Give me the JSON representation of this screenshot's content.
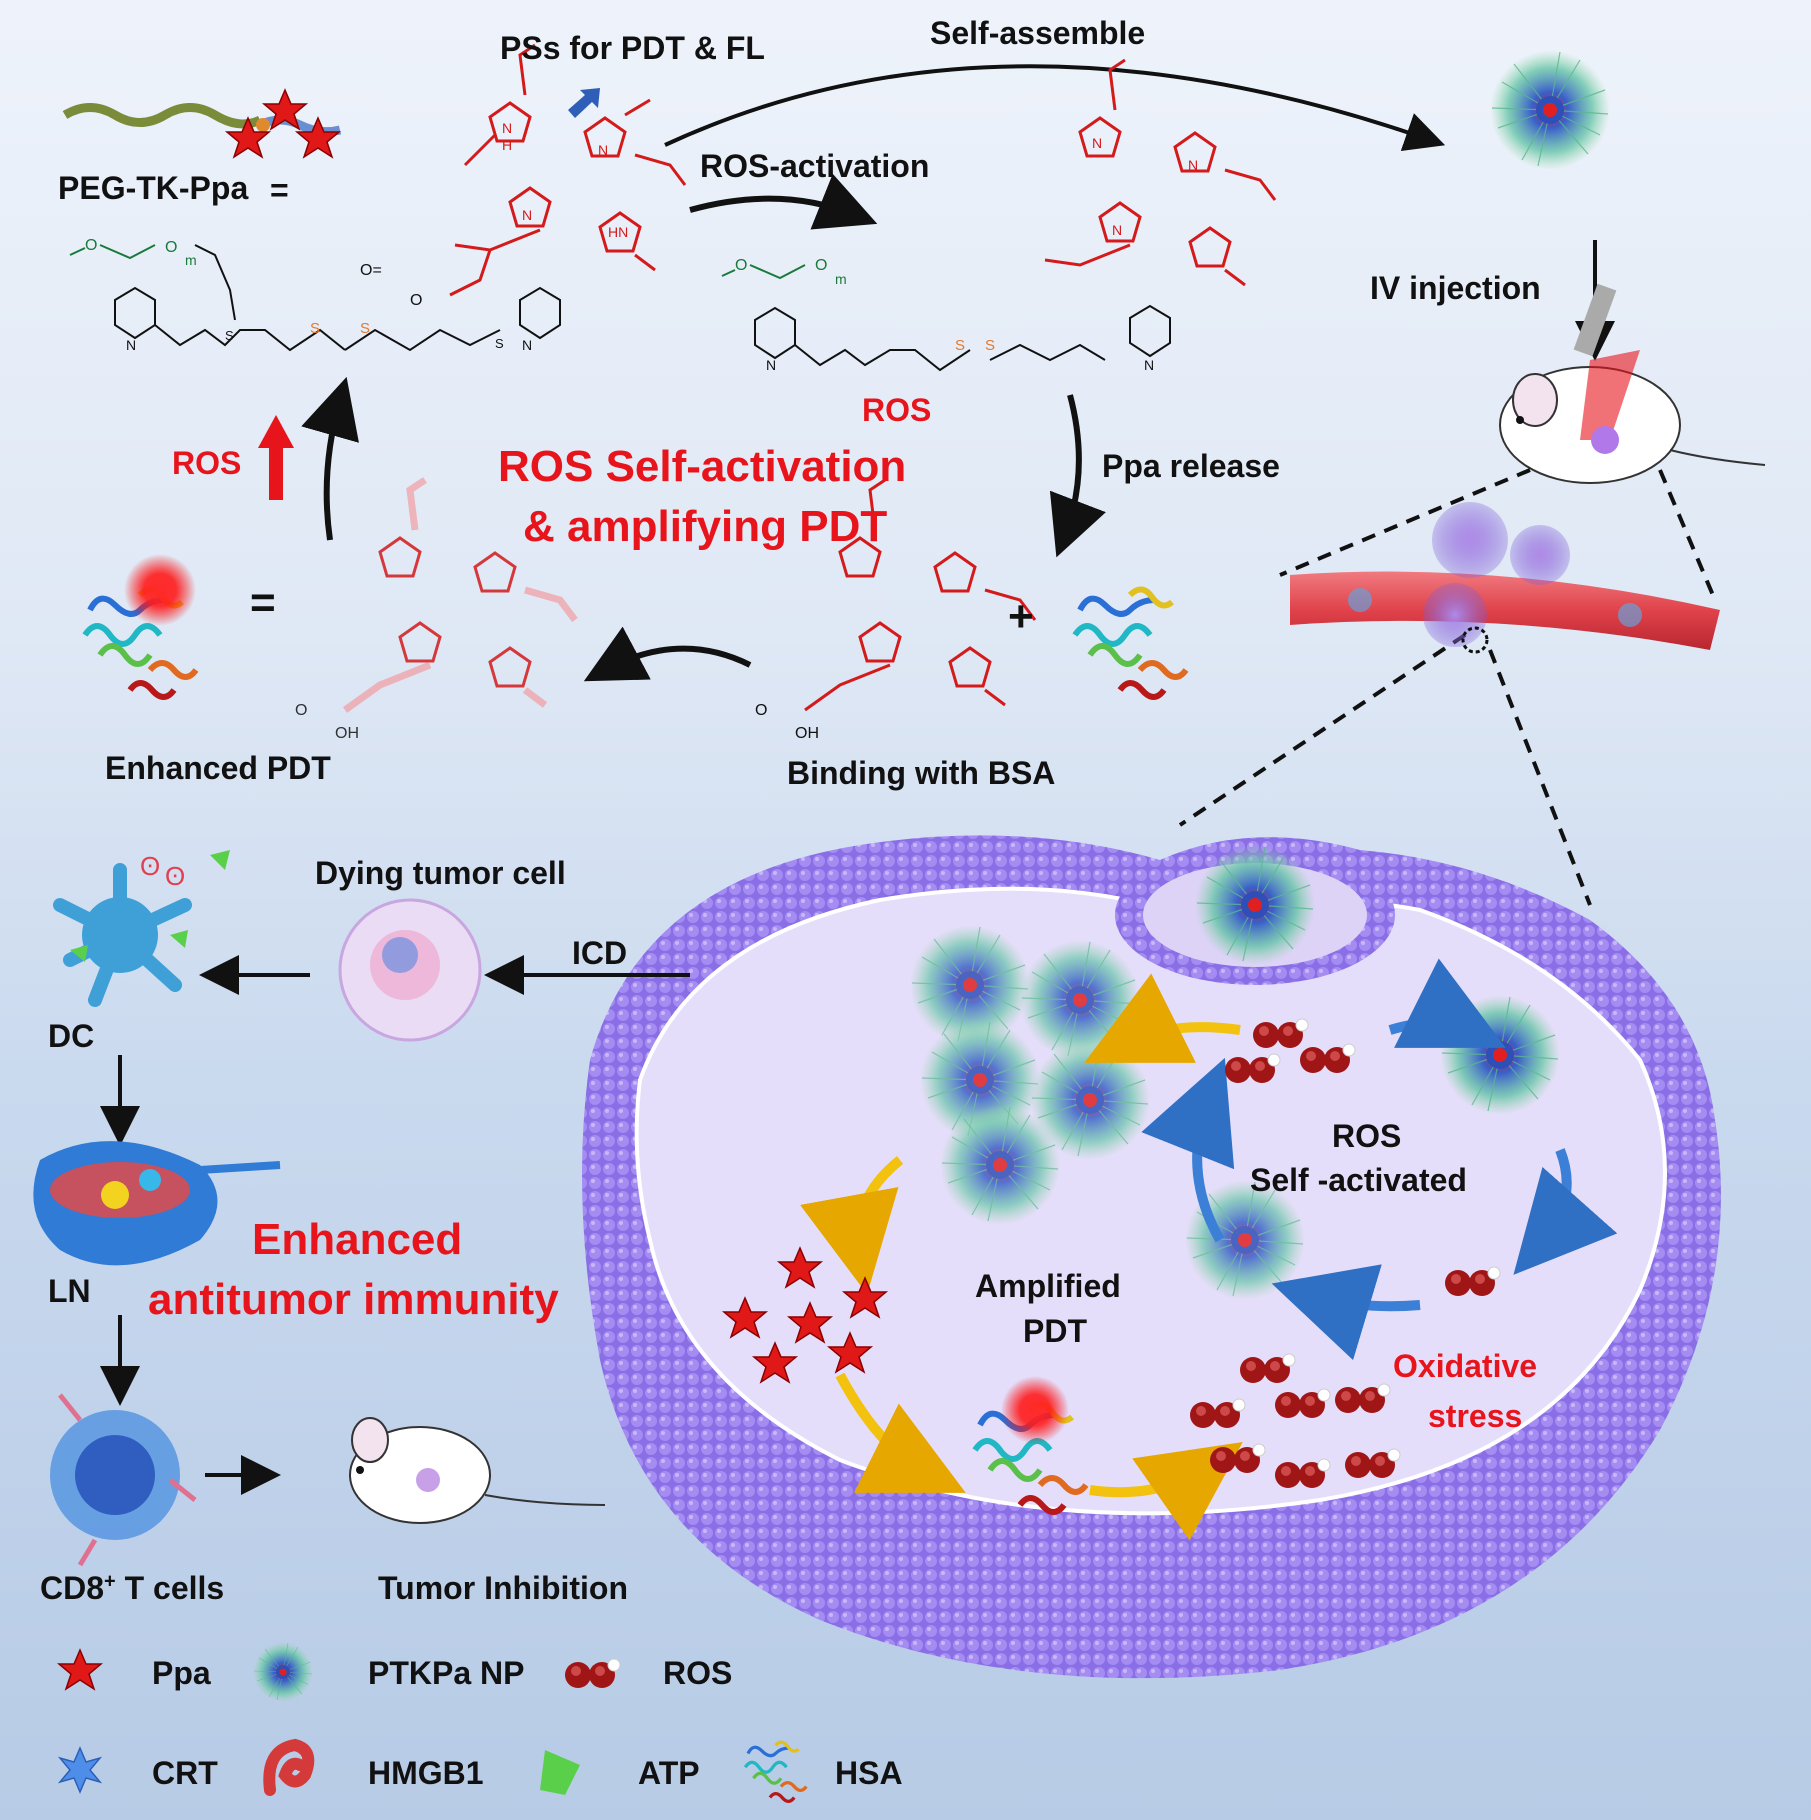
{
  "top": {
    "ps_label": "PSs for PDT & FL",
    "self_assemble": "Self-assemble",
    "peg_tk_ppa": "PEG-TK-Ppa",
    "equals": "=",
    "ros_activation": "ROS-activation",
    "ros_small": "ROS",
    "iv_injection": "IV injection",
    "ros_up": "ROS",
    "self_activation_line1": "ROS  Self-activation",
    "self_activation_line2": "& amplifying PDT",
    "ppa_release": "Ppa release",
    "plus": "+",
    "equals2": "=",
    "enhanced_pdt": "Enhanced  PDT",
    "binding_bsa": "Binding with BSA"
  },
  "bottom": {
    "dying_cell": "Dying tumor cell",
    "icd": "ICD",
    "dc": "DC",
    "ln": "LN",
    "enhanced_immunity_line1": "Enhanced",
    "enhanced_immunity_line2": "antitumor immunity",
    "cd8": "CD8",
    "cd8_sup": "+",
    "cd8_rest": "T cells",
    "tumor_inhibition": "Tumor Inhibition",
    "ros_center_line1": "ROS",
    "ros_center_line2": "Self -activated",
    "amplified_line1": "Amplified",
    "amplified_line2": "PDT",
    "oxidative_line1": "Oxidative",
    "oxidative_line2": "stress"
  },
  "legend": {
    "items": [
      {
        "label": "Ppa",
        "icon": "red-star-icon"
      },
      {
        "label": "PTKPa  NP",
        "icon": "nanoparticle-icon"
      },
      {
        "label": "ROS",
        "icon": "ros-molecule-icon"
      },
      {
        "label": "CRT",
        "icon": "crt-icon"
      },
      {
        "label": "HMGB1",
        "icon": "hmgb1-icon"
      },
      {
        "label": "ATP",
        "icon": "atp-icon"
      },
      {
        "label": "HSA",
        "icon": "protein-icon"
      }
    ]
  },
  "colors": {
    "red": "#e8141b",
    "membrane": "#8b6ee6",
    "membrane_dark": "#6a4fd0",
    "cytoplasm": "#e8e3f7",
    "vessel": "#e0424a",
    "arrow": "#111111",
    "cycle_blue": "#3c7fd6",
    "cycle_yellow": "#f2c20f"
  }
}
